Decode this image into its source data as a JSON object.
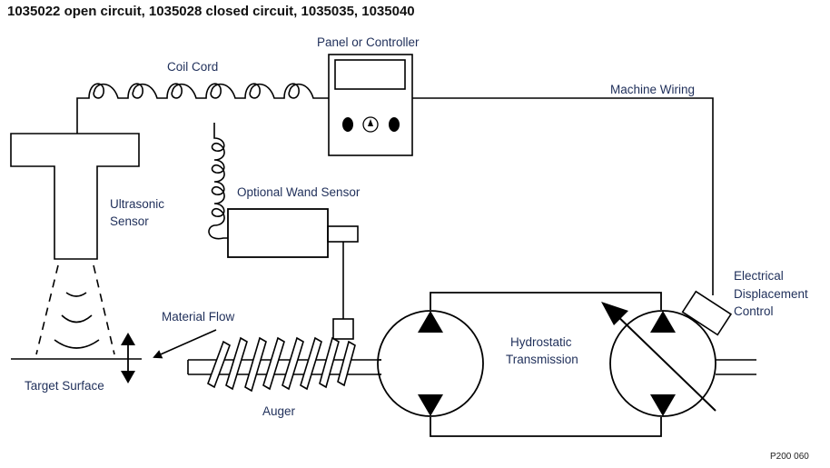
{
  "title": "1035022 open circuit, 1035028 closed circuit, 1035035, 1035040",
  "labels": {
    "coil_cord": "Coil Cord",
    "panel": "Panel or Controller",
    "machine_wiring": "Machine Wiring",
    "ultrasonic_line1": "Ultrasonic",
    "ultrasonic_line2": "Sensor",
    "wand_sensor": "Optional Wand Sensor",
    "material_flow": "Material Flow",
    "target_surface": "Target Surface",
    "auger": "Auger",
    "hydrostatic_line1": "Hydrostatic",
    "hydrostatic_line2": "Transmission",
    "edc_line1": "Electrical",
    "edc_line2": "Displacement",
    "edc_line3": "Control"
  },
  "reference_code": "P200 060",
  "colors": {
    "label_text": "#1f2f5a",
    "line": "#000000"
  }
}
